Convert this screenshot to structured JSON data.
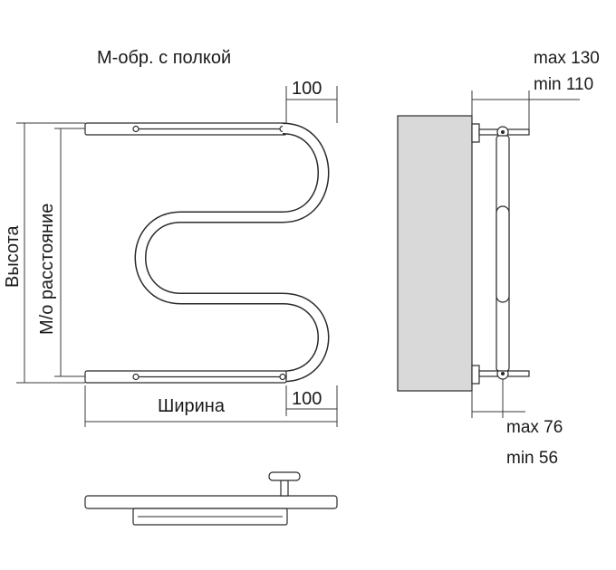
{
  "title": "М-обр. с полкой",
  "labels": {
    "shelf_depth_top": "100",
    "shelf_depth_bottom": "100",
    "height": "Высота",
    "center_distance": "М/о расстояние",
    "width": "Ширина",
    "offset_max_top": "max 130",
    "offset_min_top": "min 110",
    "offset_max_bottom": "max 76",
    "offset_min_bottom": "min 56"
  },
  "colors": {
    "line": "#2a2a2a",
    "wall": "#d9d9d9",
    "text": "#1a1a1a"
  }
}
